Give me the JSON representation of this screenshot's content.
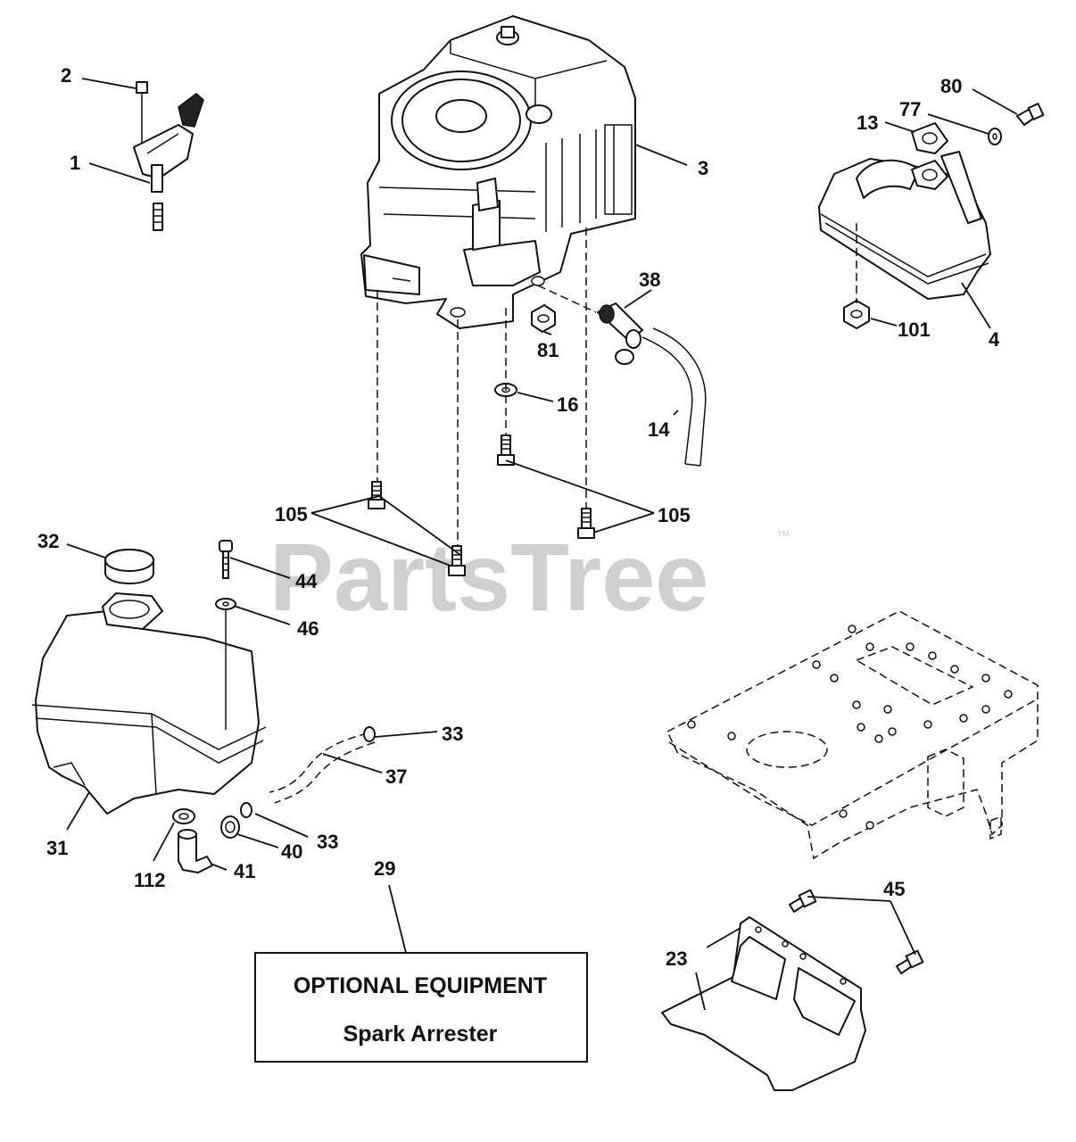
{
  "watermark": {
    "text": "PartsTree",
    "trademark": "™"
  },
  "callouts": {
    "c1": "1",
    "c2": "2",
    "c3": "3",
    "c4": "4",
    "c13": "13",
    "c14": "14",
    "c16": "16",
    "c23": "23",
    "c29": "29",
    "c31": "31",
    "c32": "32",
    "c33a": "33",
    "c33b": "33",
    "c37": "37",
    "c38": "38",
    "c40": "40",
    "c41": "41",
    "c44": "44",
    "c45": "45",
    "c46": "46",
    "c77": "77",
    "c80": "80",
    "c81": "81",
    "c101": "101",
    "c105a": "105",
    "c105b": "105",
    "c112": "112"
  },
  "optional_box": {
    "title": "OPTIONAL EQUIPMENT",
    "subtitle": "Spark Arrester"
  }
}
